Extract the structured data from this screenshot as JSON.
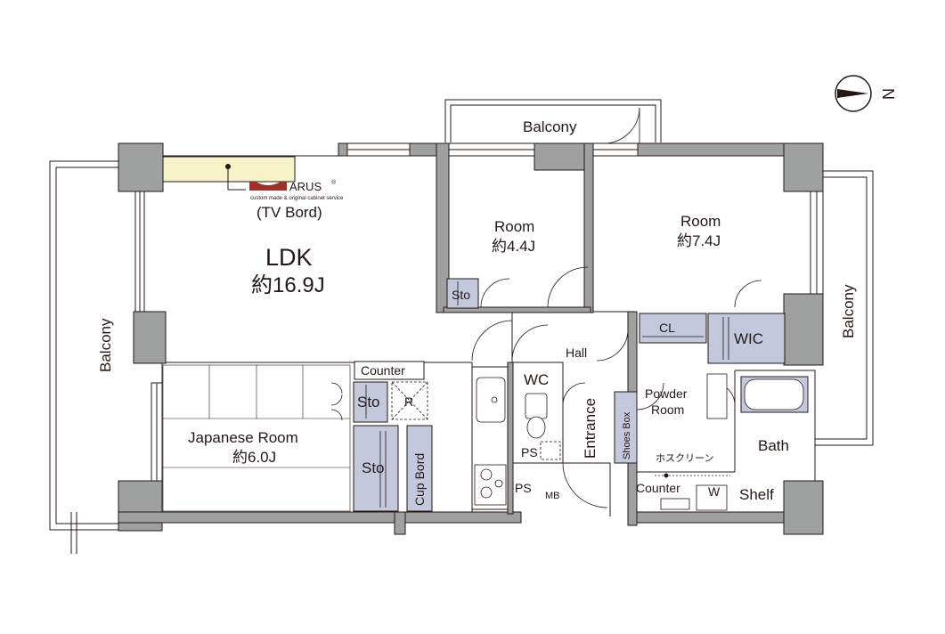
{
  "floorplan": {
    "compass_letter": "N",
    "brand": {
      "name": "ARUS",
      "registered": "®",
      "tagline": "custom made & original cabinet service",
      "item": "(TV Bord)"
    },
    "balconies": {
      "top": "Balcony",
      "left": "Balcony",
      "right": "Balcony"
    },
    "rooms": {
      "ldk": {
        "name": "LDK",
        "size": "約16.9J"
      },
      "room_a": {
        "name": "Room",
        "size": "約4.4J"
      },
      "room_b": {
        "name": "Room",
        "size": "約7.4J"
      },
      "japanese": {
        "name": "Japanese Room",
        "size": "約6.0J"
      },
      "hall": "Hall",
      "wc": "WC",
      "entrance": "Entrance",
      "powder_room": [
        "Powder",
        "Room"
      ],
      "bath": "Bath"
    },
    "storage": {
      "sto_room_a": "Sto",
      "sto_japanese": "Sto",
      "sto_closet": "Sto",
      "cl": "CL",
      "wic": "WIC",
      "cup_bord": "Cup Bord",
      "shoes_box": "Shoes Box",
      "r_marker": "R",
      "ps_upper": "PS",
      "ps_lower": "PS",
      "mb": "MB",
      "counter_kitchen": "Counter",
      "counter_powder": "Counter",
      "hosu_screen": "ホスクリーン",
      "w": "W",
      "shelf": "Shelf"
    },
    "colors": {
      "wall": "#9fa0a0",
      "storage_fill": "#c3c8dc",
      "tv_board_fill": "#f7f3c8",
      "brand_red": "#a0302a",
      "line": "#231815"
    }
  }
}
